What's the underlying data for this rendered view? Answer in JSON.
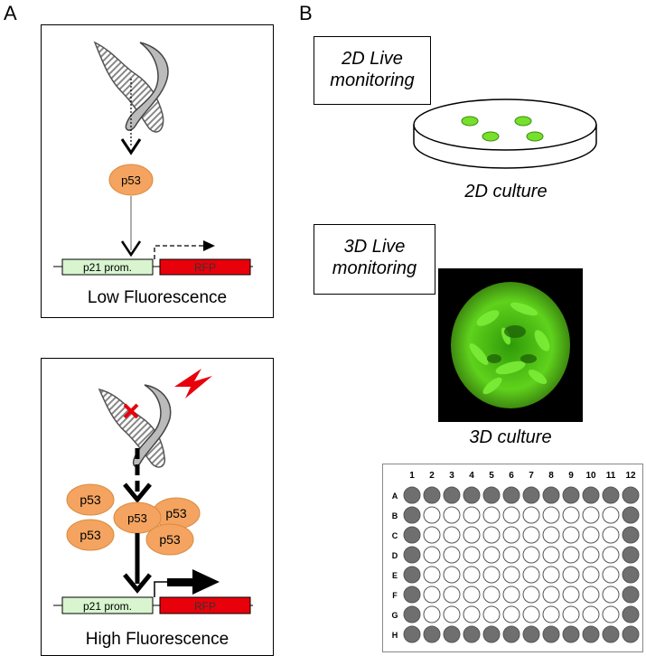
{
  "panels": {
    "a": "A",
    "b": "B"
  },
  "low": {
    "protein": "p53",
    "promoter": "p21 prom.",
    "reporter": "RFP",
    "caption": "Low Fluorescence"
  },
  "high": {
    "proteins": [
      "p53",
      "p53",
      "p53",
      "p53",
      "p53"
    ],
    "promoter": "p21 prom.",
    "reporter": "RFP",
    "caption": "High Fluorescence"
  },
  "monitor2d": {
    "line1": "2D Live",
    "line2": "monitoring",
    "caption": "2D culture"
  },
  "monitor3d": {
    "line1": "3D Live",
    "line2": "monitoring",
    "caption": "3D culture"
  },
  "plate": {
    "columns": [
      "1",
      "2",
      "3",
      "4",
      "5",
      "6",
      "7",
      "8",
      "9",
      "10",
      "11",
      "12"
    ],
    "rows": [
      "A",
      "B",
      "C",
      "D",
      "E",
      "F",
      "G",
      "H"
    ]
  },
  "colors": {
    "protein": "#f4a460",
    "promoter": "#d8f5d0",
    "reporter": "#e8000b",
    "colony": "#76e02a",
    "well_filled": "#6f6f6f",
    "damage": "#e8000b"
  }
}
